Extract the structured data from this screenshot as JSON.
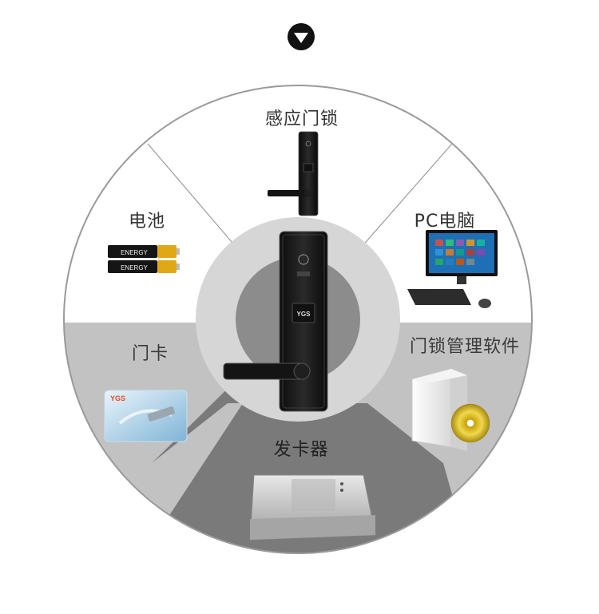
{
  "segments": [
    {
      "label": "感应门锁"
    },
    {
      "label": "电池"
    },
    {
      "label": "PC电脑"
    },
    {
      "label": "门卡"
    },
    {
      "label": "门锁管理软件"
    },
    {
      "label": "发卡器"
    }
  ],
  "lock_brand": "YGS",
  "card_brand": "YGS",
  "battery_brand": "ENERGY",
  "colors": {
    "outer_ring": "#9a9a9a",
    "upper_fill": "#ffffff",
    "side_fill": "#c2c2c2",
    "bottom_fill": "#7a7a7a",
    "center_ring": "#d6d6d6",
    "center_core": "#8c8c8c"
  },
  "icons": [
    "chevron-down-icon"
  ]
}
